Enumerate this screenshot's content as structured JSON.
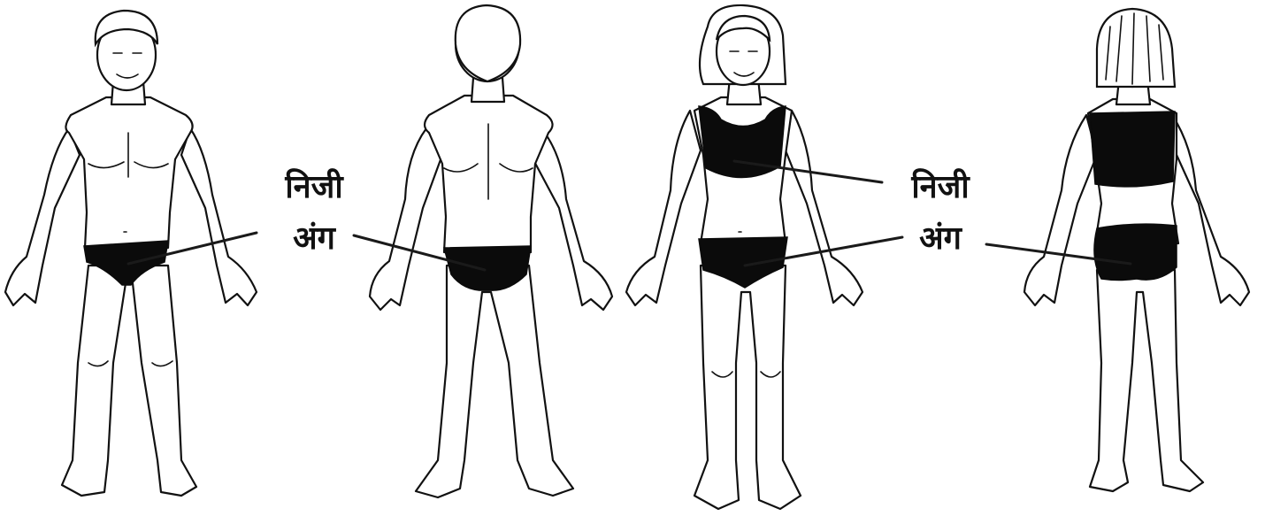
{
  "labels": [
    {
      "line1": "निजी",
      "line2": "अंग"
    },
    {
      "line1": "निजी",
      "line2": "अंग"
    }
  ]
}
